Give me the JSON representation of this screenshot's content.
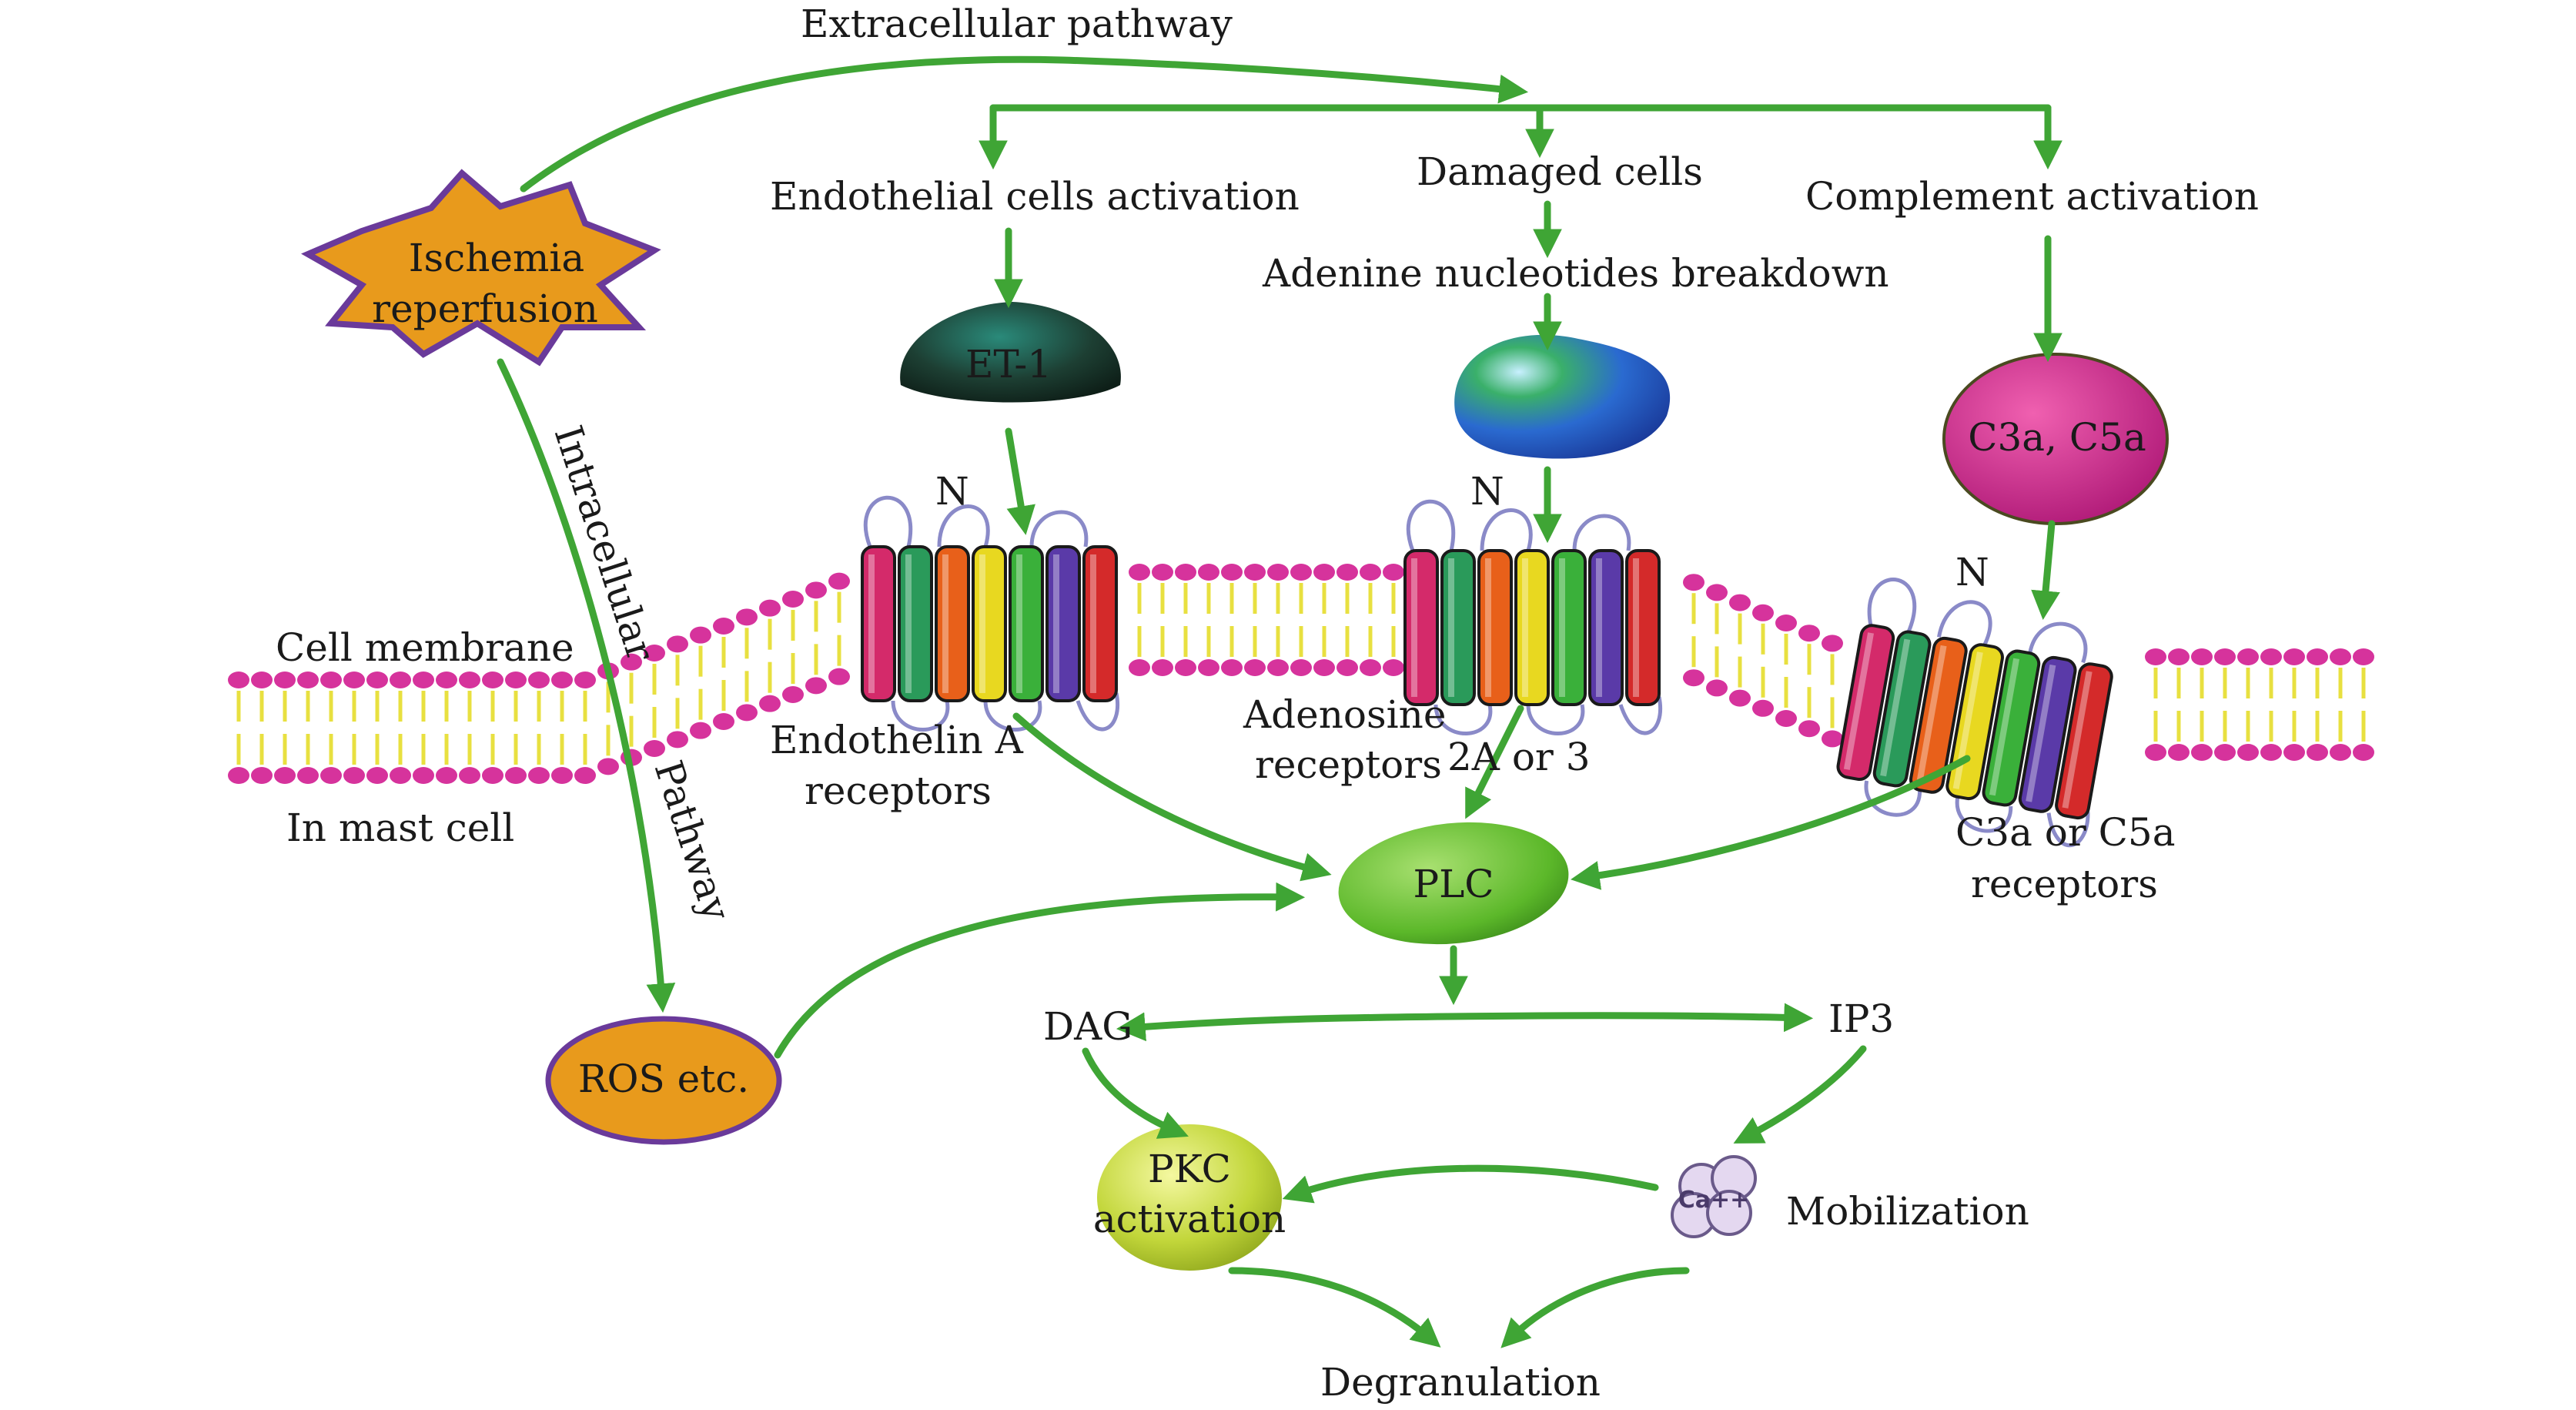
{
  "labels": {
    "extracellular_pathway": "Extracellular pathway",
    "endothelial_activation": "Endothelial cells activation",
    "damaged_cells": "Damaged cells",
    "complement_activation": "Complement activation",
    "adenine_breakdown": "Adenine nucleotides breakdown",
    "ischemia_line1": "Ischemia",
    "ischemia_line2": "reperfusion",
    "intracellular": "Intracellular",
    "pathway": "Pathway",
    "cell_membrane": "Cell membrane",
    "in_mast_cell": "In mast cell",
    "et1": "ET-1",
    "c3a_c5a": "C3a, C5a",
    "n_label": "N",
    "endothelin_line1": "Endothelin A",
    "endothelin_line2": "receptors",
    "adenosine_line1": "Adenosine",
    "adenosine_line2": "receptors",
    "adenosine_subtype": "2A or 3",
    "c3a_receptor_line1": "C3a or C5a",
    "c3a_receptor_line2": "receptors",
    "plc": "PLC",
    "ros": "ROS etc.",
    "dag": "DAG",
    "ip3": "IP3",
    "pkc_line1": "PKC",
    "pkc_line2": "activation",
    "ca_ion": "Ca++",
    "mobilization": "Mobilization",
    "degranulation": "Degranulation"
  },
  "colors": {
    "arrow": "#3fa535",
    "lipid_head": "#d6339c",
    "lipid_tail": "#e8e040",
    "ischemia_fill": "#e89a1c",
    "ischemia_stroke": "#6a3a9a",
    "ros_fill": "#e89a1c",
    "plc_fill": "#6cc23a",
    "pkc_fill": "#c8dc3a",
    "c3a_fill": "#d42a8c",
    "et1_fill": "#1f4a3a",
    "adenine_fill": "#2a72c8"
  },
  "helix_colors": [
    "#d42a6a",
    "#2a9a5a",
    "#e8601a",
    "#e8d820",
    "#3ab03a",
    "#5a3aa8",
    "#d42a2a"
  ]
}
